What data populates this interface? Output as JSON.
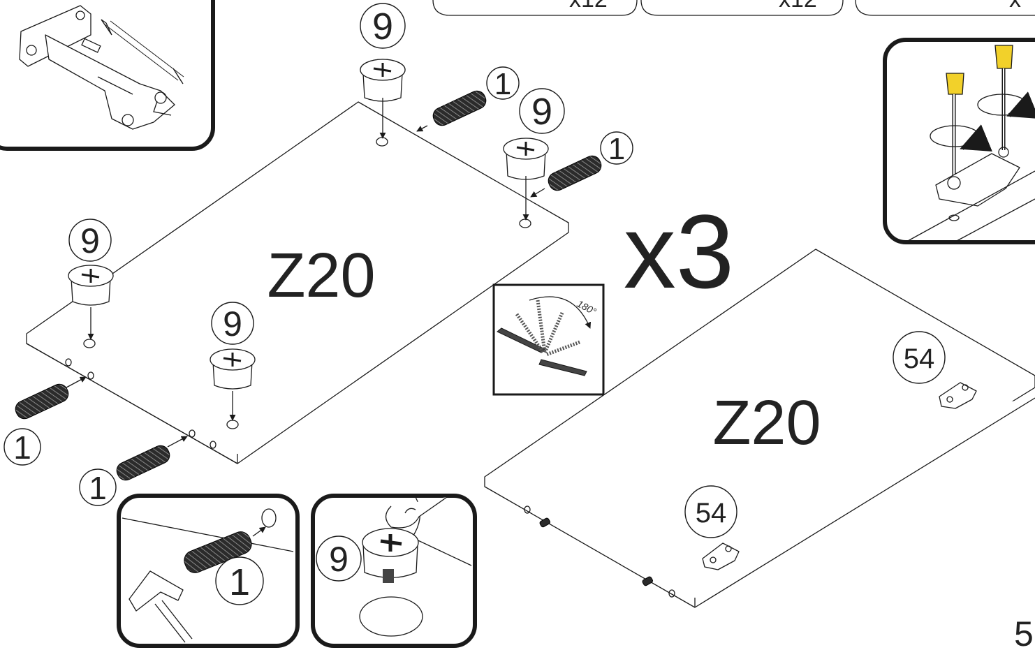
{
  "parts_header": [
    {
      "qty": "x12"
    },
    {
      "qty": "x12"
    },
    {
      "qty": "x"
    }
  ],
  "panels": [
    {
      "label": "Z20"
    },
    {
      "label": "Z20"
    }
  ],
  "multiplier": "x3",
  "rotation_label": "180°",
  "callouts": {
    "cam_lock": "9",
    "dowel": "1",
    "hinge_plate": "54"
  },
  "page_number": "5"
}
